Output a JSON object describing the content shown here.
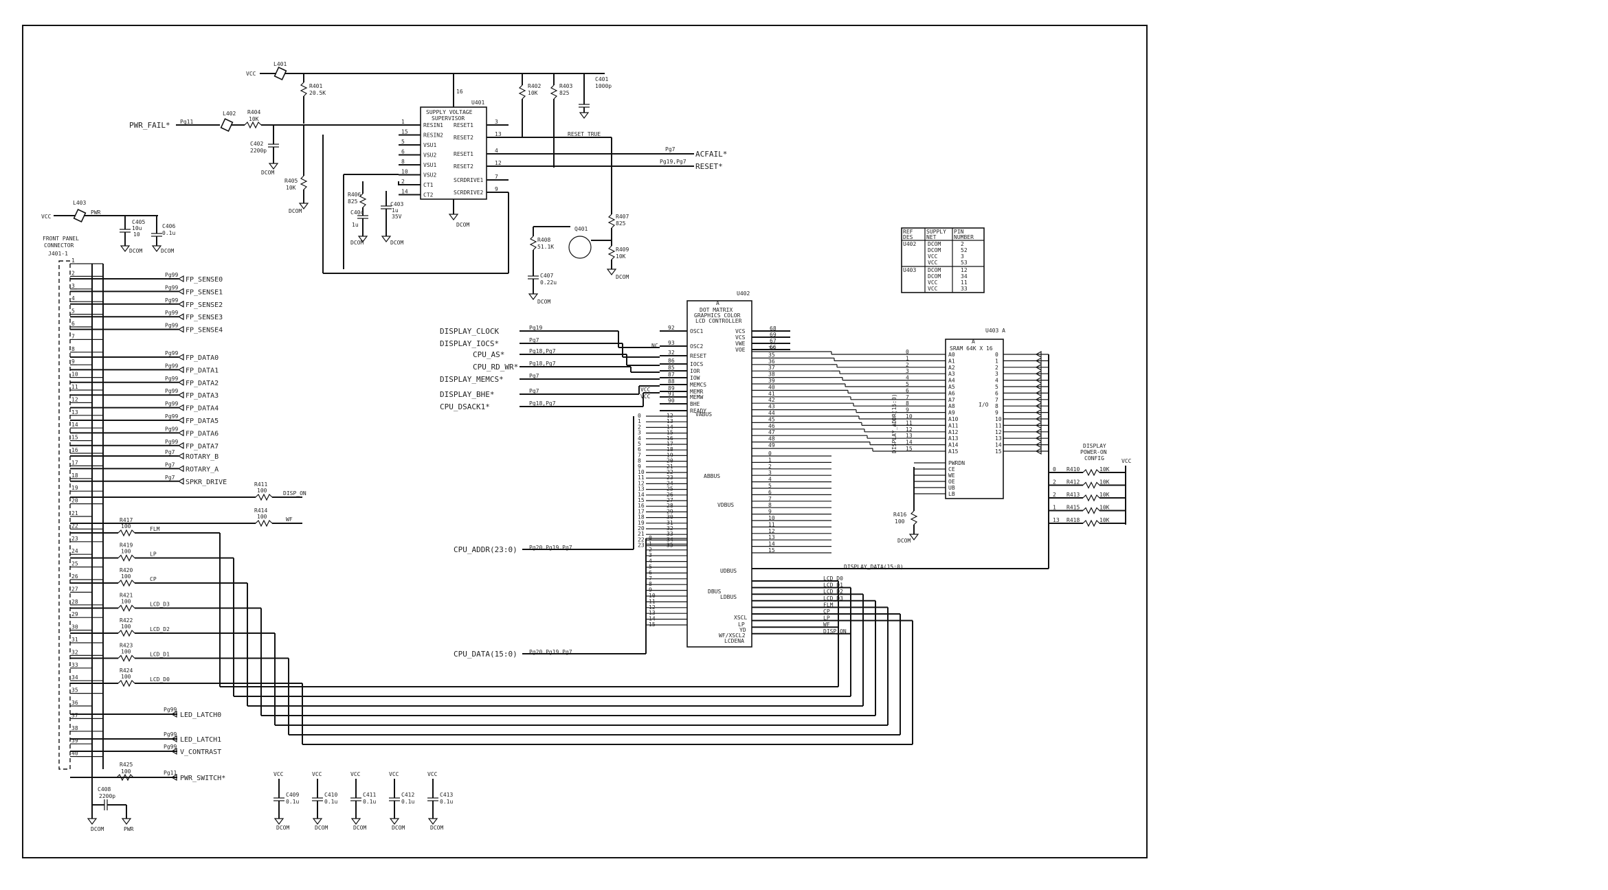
{
  "supervisor": {
    "ref": "U401",
    "title": "SUPPLY VOLTAGE",
    "subtitle": "SUPERVISOR",
    "left_pins": [
      {
        "num": "1",
        "name": "RESIN1"
      },
      {
        "num": "15",
        "name": "RESIN2"
      },
      {
        "num": "5",
        "name": "VSU1"
      },
      {
        "num": "6",
        "name": "VSU2"
      },
      {
        "num": "8",
        "name": "VSU1"
      },
      {
        "num": "10",
        "name": "VSU2"
      },
      {
        "num": "2",
        "name": "CT1"
      },
      {
        "num": "14",
        "name": "CT2"
      }
    ],
    "right_pins": [
      {
        "num": "3",
        "name": "RESET1"
      },
      {
        "num": "13",
        "name": "RESET2"
      },
      {
        "num": "4",
        "name": "RESET1"
      },
      {
        "num": "12",
        "name": "RESET2"
      },
      {
        "num": "7",
        "name": "SCRDRIVE1"
      },
      {
        "num": "9",
        "name": "SCRDRIVE2"
      }
    ]
  },
  "controller": {
    "ref": "U402",
    "line1": "DOT MATRIX",
    "line2": "GRAPHICS COLOR",
    "line3": "LCD CONTROLLER",
    "left_pins": [
      {
        "num": "92",
        "name": "OSC1"
      },
      {
        "num": "93",
        "name": "OSC2"
      },
      {
        "num": "32",
        "name": "RESET"
      },
      {
        "num": "86",
        "name": "IOCS"
      },
      {
        "num": "85",
        "name": "IOR"
      },
      {
        "num": "87",
        "name": "IOW"
      },
      {
        "num": "88",
        "name": "MEMCS"
      },
      {
        "num": "89",
        "name": "MEMR"
      },
      {
        "num": "91",
        "name": "MEMW"
      },
      {
        "num": "90",
        "name": "BHE"
      },
      {
        "num": "",
        "name": "READY"
      }
    ],
    "right_pins": [
      {
        "num": "68",
        "name": "VCS"
      },
      {
        "num": "69",
        "name": "VCS"
      },
      {
        "num": "67",
        "name": "VWE"
      },
      {
        "num": "66",
        "name": "VOE"
      }
    ],
    "bus_labels": [
      "VABUS",
      "ABBUS",
      "VDBUS",
      "DBUS",
      "UDBUS",
      "LDBUS"
    ],
    "bottom_right": [
      "XSCL",
      "LP",
      "YD",
      "WF/XSCL2",
      "LCDENA"
    ]
  },
  "sram": {
    "ref": "U403 A",
    "title": "SRAM 64K X 16",
    "io_label": "I/O",
    "ctrl": [
      "PWRDN",
      "CE",
      "WE",
      "OE",
      "UB",
      "LB"
    ]
  },
  "supply_table": {
    "headers": [
      "REF DES",
      "SUPPLY NET",
      "PIN NUMBER"
    ],
    "rows": [
      {
        "ref": "U402",
        "nets": [
          "DCOM",
          "DCOM",
          "VCC",
          "VCC"
        ],
        "pins": [
          "2",
          "52",
          "3",
          "53"
        ]
      },
      {
        "ref": "U403",
        "nets": [
          "DCOM",
          "DCOM",
          "VCC",
          "VCC"
        ],
        "pins": [
          "12",
          "34",
          "11",
          "33"
        ]
      }
    ]
  },
  "connector": {
    "label1": "FRONT PANEL",
    "label2": "CONNECTOR",
    "ref": "J401-1"
  },
  "fp_signals": [
    {
      "page": "Pg99",
      "name": "FP_SENSE0"
    },
    {
      "page": "Pg99",
      "name": "FP_SENSE1"
    },
    {
      "page": "Pg99",
      "name": "FP_SENSE2"
    },
    {
      "page": "Pg99",
      "name": "FP_SENSE3"
    },
    {
      "page": "Pg99",
      "name": "FP_SENSE4"
    },
    {
      "page": "Pg99",
      "name": "FP_DATA0"
    },
    {
      "page": "Pg99",
      "name": "FP_DATA1"
    },
    {
      "page": "Pg99",
      "name": "FP_DATA2"
    },
    {
      "page": "Pg99",
      "name": "FP_DATA3"
    },
    {
      "page": "Pg99",
      "name": "FP_DATA4"
    },
    {
      "page": "Pg99",
      "name": "FP_DATA5"
    },
    {
      "page": "Pg99",
      "name": "FP_DATA6"
    },
    {
      "page": "Pg99",
      "name": "FP_DATA7"
    },
    {
      "page": "Pg7",
      "name": "ROTARY_B"
    },
    {
      "page": "Pg7",
      "name": "ROTARY_A"
    },
    {
      "page": "Pg7",
      "name": "SPKR_DRIVE"
    }
  ],
  "lcd_nets": [
    {
      "ref": "R417",
      "val": "100",
      "net": "FLM"
    },
    {
      "ref": "R419",
      "val": "100",
      "net": "LP"
    },
    {
      "ref": "R420",
      "val": "100",
      "net": "CP"
    },
    {
      "ref": "R421",
      "val": "100",
      "net": "LCD_D3"
    },
    {
      "ref": "R422",
      "val": "100",
      "net": "LCD_D2"
    },
    {
      "ref": "R423",
      "val": "100",
      "net": "LCD_D1"
    },
    {
      "ref": "R424",
      "val": "100",
      "net": "LCD_D0"
    }
  ],
  "disp_resistors": [
    {
      "ref": "R411",
      "val": "100",
      "net": "DISP_ON"
    },
    {
      "ref": "R414",
      "val": "100",
      "net": "WF"
    }
  ],
  "bottom_signals": [
    {
      "page": "Pg99",
      "name": "LED_LATCH0"
    },
    {
      "page": "Pg99",
      "name": "LED_LATCH1"
    },
    {
      "page": "Pg99",
      "name": "V_CONTRAST"
    },
    {
      "page": "Pg11",
      "name": "PWR_SWITCH*"
    }
  ],
  "cpu_signals": [
    {
      "name": "DISPLAY_CLOCK",
      "page": "Pg19"
    },
    {
      "name": "DISPLAY_IOCS*",
      "page": "Pg7"
    },
    {
      "name": "CPU_AS*",
      "page": "Pg18,Pg7"
    },
    {
      "name": "CPU_RD_WR*",
      "page": "Pg18,Pg7"
    },
    {
      "name": "DISPLAY_MEMCS*",
      "page": "Pg7"
    },
    {
      "name": "DISPLAY_BHE*",
      "page": "Pg7"
    },
    {
      "name": "CPU_DSACK1*",
      "page": "Pg18,Pg7"
    }
  ],
  "cpu_addr": {
    "name": "CPU_ADDR(23:0)",
    "page": "Pg20,Pg19,Pg7"
  },
  "cpu_data": {
    "name": "CPU_DATA(15:0)",
    "page": "Pg20,Pg19,Pg7"
  },
  "top_nets": {
    "pwr_fail": "PWR_FAIL*",
    "pwr_fail_page": "Pg11",
    "acfail": "ACFAIL*",
    "acfail_page": "Pg7",
    "reset": "RESET*",
    "reset_page": "Pg19,Pg7",
    "reset_true": "RESET_TRUE"
  },
  "display_data": "DISPLAY_DATA(15:0)",
  "display_addr": "DISPLAY_ADDR(15:0)",
  "lcd_outputs": [
    "LCD_D0",
    "LCD_D1",
    "LCD_D2",
    "LCD_D3",
    "FLM",
    "CP",
    "LP",
    "WF",
    "DISP_ON"
  ],
  "power_config": {
    "title1": "DISPLAY",
    "title2": "POWER-ON",
    "title3": "CONFIG",
    "vcc": "VCC",
    "resistors": [
      {
        "bit": "0",
        "ref": "R410",
        "val": "10K"
      },
      {
        "bit": "2",
        "ref": "R412",
        "val": "10K"
      },
      {
        "bit": "2",
        "ref": "R413",
        "val": "10K"
      },
      {
        "bit": "1",
        "ref": "R415",
        "val": "10K"
      },
      {
        "bit": "13",
        "ref": "R418",
        "val": "10K"
      }
    ]
  },
  "components": {
    "l401": "L401",
    "l402": "L402",
    "l403": "L403",
    "r401": "R401",
    "r401_val": "20.5K",
    "r402": "R402",
    "r402_val": "10K",
    "r403": "R403",
    "r403_val": "825",
    "r404": "R404",
    "r404_val": "10K",
    "r405": "R405",
    "r405_val": "10K",
    "r406": "R406",
    "r406_val": "825",
    "r407": "R407",
    "r407_val": "825",
    "r408": "R408",
    "r408_val": "51.1K",
    "r409": "R409",
    "r409_val": "10K",
    "r416": "R416",
    "r416_val": "100",
    "r425": "R425",
    "r425_val": "100",
    "c401": "C401",
    "c401_val": "1000p",
    "c402": "C402",
    "c402_val": "2200p",
    "c403": "C403",
    "c403_val": "1u",
    "c403_v": "35V",
    "c404": "C404",
    "c404_val": "1u",
    "c405": "C405",
    "c405_val": "10u",
    "c405_v": "10",
    "c406": "C406",
    "c406_val": "0.1u",
    "c407": "C407",
    "c407_val": "0.22u",
    "c408": "C408",
    "c408_val": "2200p",
    "q401": "Q401"
  },
  "decoupling": [
    {
      "ref": "C409",
      "val": "0.1u"
    },
    {
      "ref": "C410",
      "val": "0.1u"
    },
    {
      "ref": "C411",
      "val": "0.1u"
    },
    {
      "ref": "C412",
      "val": "0.1u"
    },
    {
      "ref": "C413",
      "val": "0.1u"
    }
  ],
  "rails": {
    "vcc": "VCC",
    "dcom": "DCOM",
    "nc": "NC",
    "pwr": "PWR"
  }
}
